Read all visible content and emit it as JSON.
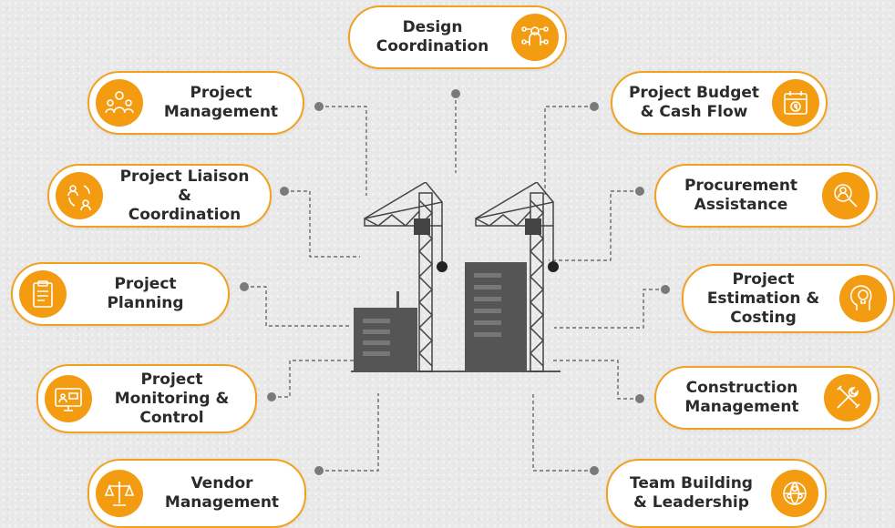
{
  "background_color": "#e9e9e9",
  "accent_color": "#f39c12",
  "border_color": "#f2a11f",
  "center_illustration": "construction-cranes-buildings",
  "services": [
    {
      "label": "Design\nCoordination",
      "icon": "network-person-icon"
    },
    {
      "label": "Project\nManagement",
      "icon": "team-icon"
    },
    {
      "label": "Project Budget\n& Cash Flow",
      "icon": "calendar-rupee-icon"
    },
    {
      "label": "Project Liaison &\nCoordination",
      "icon": "people-exchange-icon"
    },
    {
      "label": "Procurement\nAssistance",
      "icon": "search-person-icon"
    },
    {
      "label": "Project\nPlanning",
      "icon": "clipboard-plan-icon"
    },
    {
      "label": "Project\nEstimation &\nCosting",
      "icon": "head-bulb-icon"
    },
    {
      "label": "Project\nMonitoring &\nControl",
      "icon": "monitor-dashboard-icon"
    },
    {
      "label": "Construction\nManagement",
      "icon": "tools-icon"
    },
    {
      "label": "Vendor\nManagement",
      "icon": "balance-scale-icon"
    },
    {
      "label": "Team Building\n& Leadership",
      "icon": "globe-team-icon"
    }
  ]
}
